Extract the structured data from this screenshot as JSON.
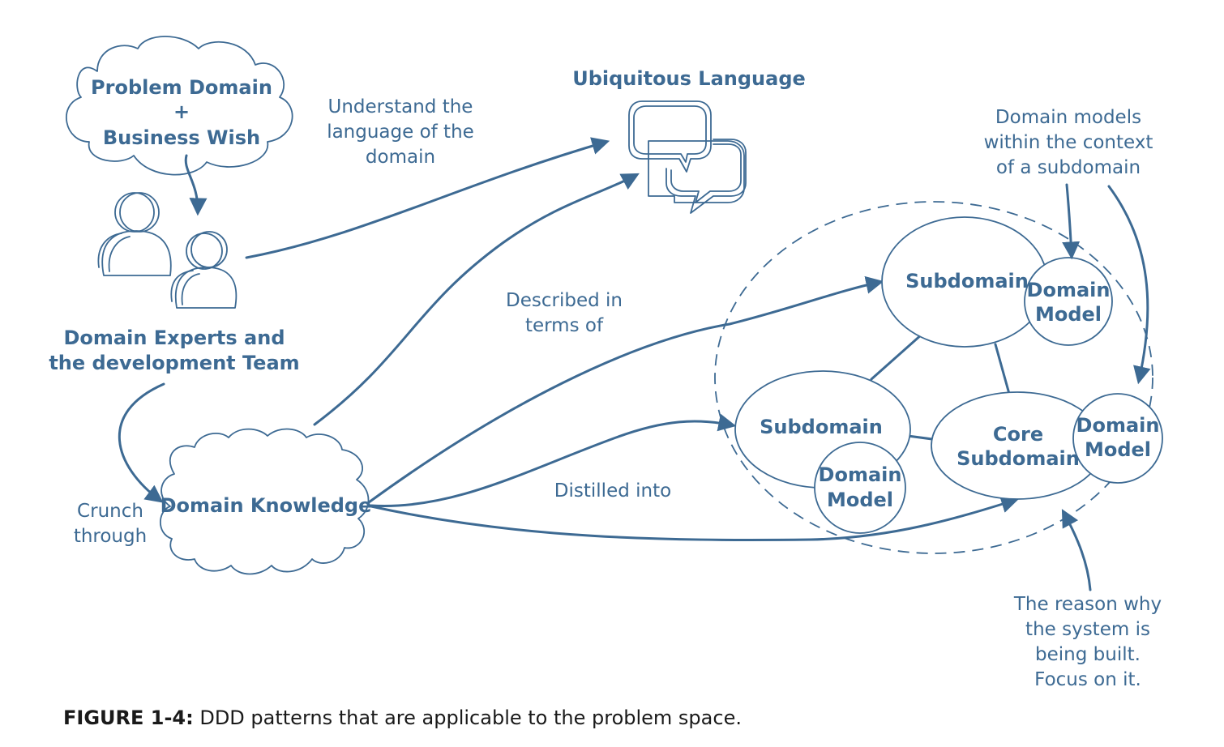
{
  "colors": {
    "ink": "#3d6a93",
    "caption": "#1a1a1a"
  },
  "problem_cloud": {
    "line1": "Problem Domain",
    "line2": "+",
    "line3": "Business Wish"
  },
  "experts": {
    "line1": "Domain Experts and",
    "line2": "the development Team"
  },
  "knowledge": {
    "label": "Domain Knowledge"
  },
  "ubiquitous": {
    "title": "Ubiquitous Language"
  },
  "annotations": {
    "understand": [
      "Understand the",
      "language of the",
      "domain"
    ],
    "described": [
      "Described in",
      "terms of"
    ],
    "crunch": [
      "Crunch",
      "through"
    ],
    "distilled": "Distilled into",
    "domain_models_note": [
      "Domain models",
      "within the context",
      "of a subdomain"
    ],
    "reason_note": [
      "The reason why",
      "the system is",
      "being built.",
      "Focus on it."
    ]
  },
  "subdomains": {
    "top": {
      "label": "Subdomain",
      "model": [
        "Domain",
        "Model"
      ]
    },
    "left": {
      "label": "Subdomain",
      "model": [
        "Domain",
        "Model"
      ]
    },
    "core": {
      "label": [
        "Core",
        "Subdomain"
      ],
      "model": [
        "Domain",
        "Model"
      ]
    }
  },
  "caption": {
    "label": "FIGURE 1-4:",
    "text": "DDD patterns that are applicable to the problem space."
  }
}
